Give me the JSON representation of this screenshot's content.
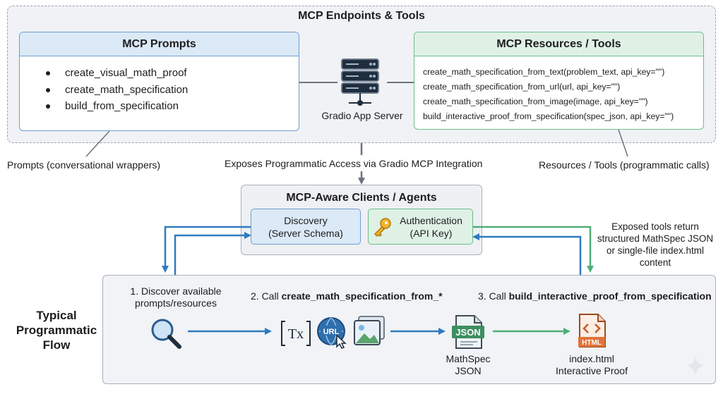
{
  "top": {
    "title": "MCP Endpoints & Tools",
    "prompts_card": {
      "title": "MCP Prompts",
      "items": [
        "create_visual_math_proof",
        "create_math_specification",
        "build_from_specification"
      ]
    },
    "server": {
      "label": "Gradio App Server",
      "icon": "server-icon"
    },
    "resources_card": {
      "title": "MCP Resources / Tools",
      "items": [
        "create_math_specification_from_text(problem_text, api_key=\"\")",
        "create_math_specification_from_url(url, api_key=\"\")",
        "create_math_specification_from_image(image, api_key=\"\")",
        "build_interactive_proof_from_specification(spec_json, api_key=\"\")"
      ]
    }
  },
  "captions": {
    "prompts": "Prompts (conversational wrappers)",
    "exposes": "Exposes Programmatic Access via Gradio MCP Integration",
    "resources": "Resources / Tools (programmatic calls)"
  },
  "clients": {
    "title": "MCP-Aware Clients / Agents",
    "discovery": {
      "line1": "Discovery",
      "line2": "(Server Schema)"
    },
    "auth": {
      "line1": "Authentication",
      "line2": "(API Key)",
      "icon": "key-icon"
    }
  },
  "note": {
    "lines": [
      "Exposed tools return",
      "structured MathSpec JSON",
      "or single-file index.html",
      "content"
    ]
  },
  "flow": {
    "title_lines": [
      "Typical",
      "Programmatic",
      "Flow"
    ],
    "step1": {
      "line1": "1. Discover available",
      "line2": "prompts/resources"
    },
    "step2": {
      "prefix": "2. Call ",
      "bold": "create_math_specification_from_*"
    },
    "step3": {
      "prefix": "3. Call ",
      "bold": "build_interactive_proof_from_specification"
    },
    "icons": {
      "text_icon_label": "Tx",
      "url_icon_label": "URL",
      "json_icon_label": "JSON",
      "html_icon_label": "HTML"
    },
    "json_label": {
      "line1": "MathSpec",
      "line2": "JSON"
    },
    "html_label": {
      "line1": "index.html",
      "line2": "Interactive Proof"
    }
  },
  "colors": {
    "blue": "#2f7bbf",
    "green": "#4fae7a",
    "gray": "#6b7480",
    "orange": "#e0733a"
  }
}
